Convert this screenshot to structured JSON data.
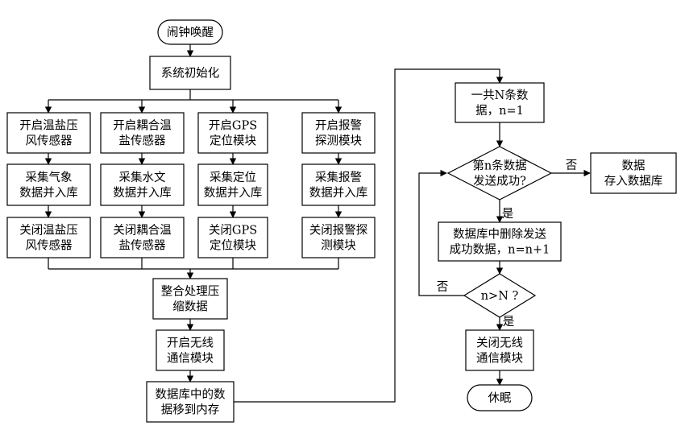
{
  "nodes": {
    "wake": {
      "lines": [
        "闹钟唤醒"
      ]
    },
    "init": {
      "lines": [
        "系统初始化"
      ]
    },
    "open1": {
      "lines": [
        "开启温盐压",
        "风传感器"
      ]
    },
    "open2": {
      "lines": [
        "开启耦合温",
        "盐传感器"
      ]
    },
    "open3": {
      "lines": [
        "开启GPS",
        "定位模块"
      ]
    },
    "open4": {
      "lines": [
        "开启报警",
        "探测模块"
      ]
    },
    "collect1": {
      "lines": [
        "采集气象",
        "数据并入库"
      ]
    },
    "collect2": {
      "lines": [
        "采集水文",
        "数据并入库"
      ]
    },
    "collect3": {
      "lines": [
        "采集定位",
        "数据并入库"
      ]
    },
    "collect4": {
      "lines": [
        "采集报警",
        "数据并入库"
      ]
    },
    "close1": {
      "lines": [
        "关闭温盐压",
        "风传感器"
      ]
    },
    "close2": {
      "lines": [
        "关闭耦合温",
        "盐传感器"
      ]
    },
    "close3": {
      "lines": [
        "关闭GPS",
        "定位模块"
      ]
    },
    "close4": {
      "lines": [
        "关闭报警探",
        "测模块"
      ]
    },
    "compress": {
      "lines": [
        "整合处理压",
        "缩数据"
      ]
    },
    "open_wl": {
      "lines": [
        "开启无线",
        "通信模块"
      ]
    },
    "move": {
      "lines": [
        "数据库中的数",
        "据移到内存"
      ]
    },
    "total": {
      "lines": [
        "一共N条数",
        "据，n=1"
      ]
    },
    "send_ok": {
      "lines": [
        "第n条数据",
        "发送成功?"
      ]
    },
    "store": {
      "lines": [
        "数据",
        "存入数据库"
      ]
    },
    "delete": {
      "lines": [
        "数据库中删除发送",
        "成功数据，n=n+1"
      ]
    },
    "compare": {
      "lines": [
        "n>N ?"
      ]
    },
    "close_wl": {
      "lines": [
        "关闭无线",
        "通信模块"
      ]
    },
    "sleep": {
      "lines": [
        "休眠"
      ]
    }
  },
  "edge_labels": {
    "send_no": "否",
    "send_yes": "是",
    "compare_no": "否",
    "compare_yes": "是"
  }
}
